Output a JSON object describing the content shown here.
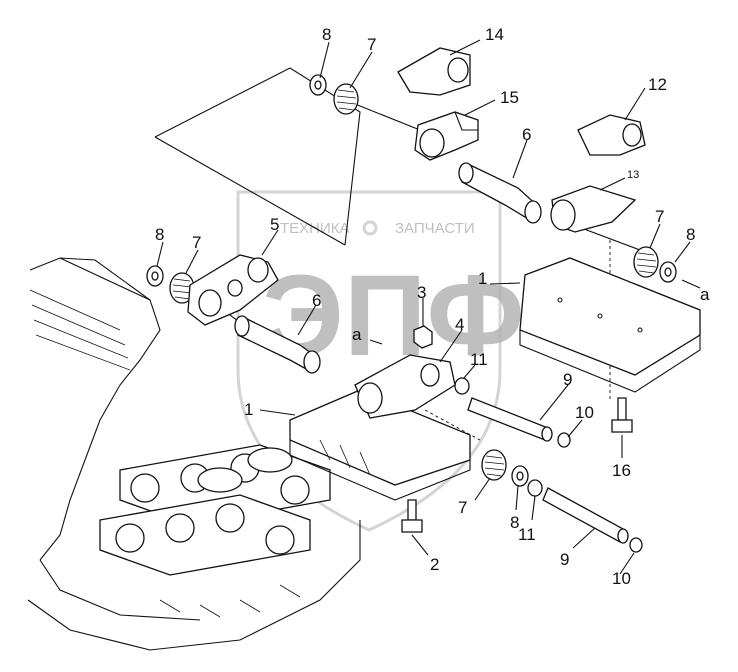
{
  "watermark": {
    "line1": "ТЕХНИКА",
    "line2": "ЗАПЧАСТИ",
    "letters": "ЭПФ"
  },
  "callouts": {
    "p1a": "1",
    "p1b": "1",
    "p2": "2",
    "p3": "3",
    "p4": "4",
    "p5": "5",
    "p6a": "6",
    "p6b": "6",
    "p7a": "7",
    "p7b": "7",
    "p7c": "7",
    "p7d": "7",
    "p8a": "8",
    "p8b": "8",
    "p8c": "8",
    "p8d": "8",
    "p9a": "9",
    "p9b": "9",
    "p10a": "10",
    "p10b": "10",
    "p11a": "11",
    "p11b": "11",
    "p12": "12",
    "p13": "13",
    "p14": "14",
    "p15": "15",
    "p16": "16",
    "refA1": "a",
    "refA2": "a"
  }
}
